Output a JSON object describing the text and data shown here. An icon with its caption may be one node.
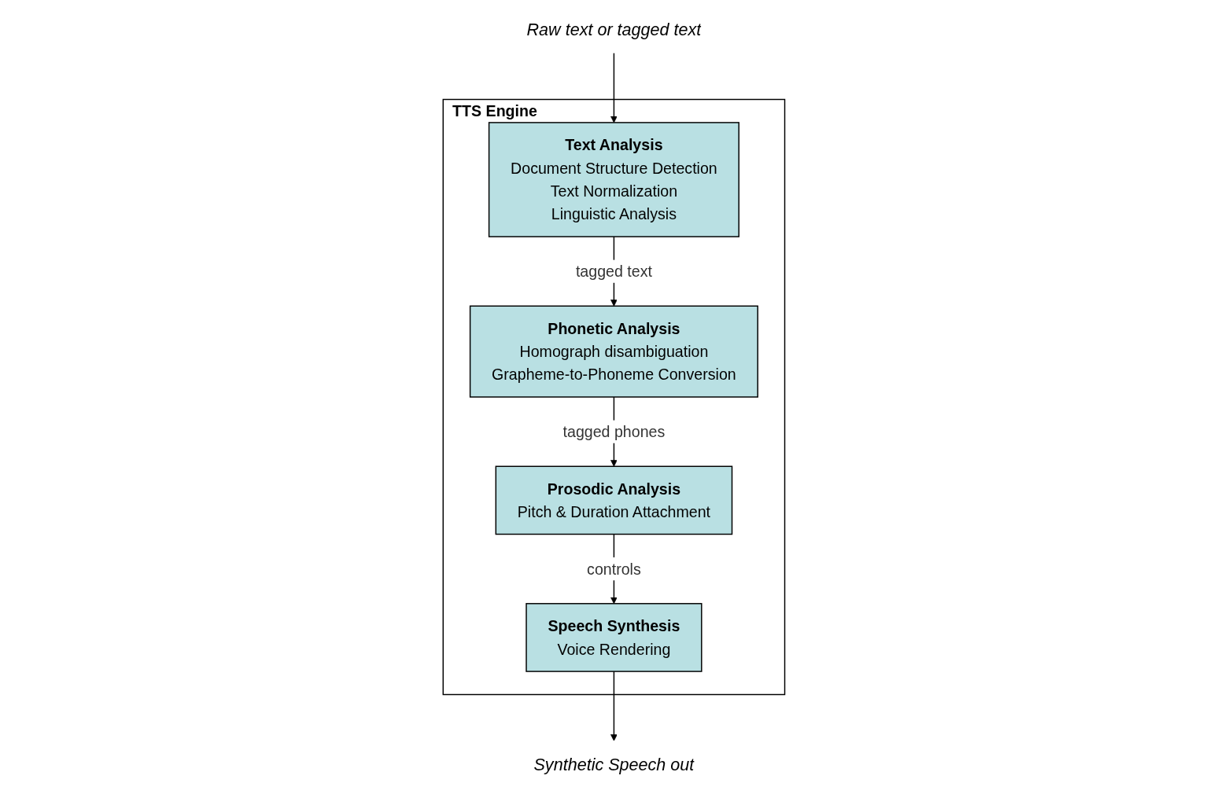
{
  "diagram": {
    "nodes": [
      {
        "text": [
          "TTS Engine"
        ]
      },
      {
        "text": [
          "Text Analysis",
          "Document Structure Detection",
          "Text Normalization",
          "Linguistic Analysis"
        ],
        "in": 0
      },
      {
        "text": [
          "Phonetic Analysis",
          "Homograph disambiguation",
          "Grapheme-to-Phoneme Conversion"
        ],
        "in": 0
      },
      {
        "text": [
          "Prosodic Analysis",
          "Pitch & Duration Attachment"
        ],
        "in": 0
      },
      {
        "text": [
          "Speech Synthesis",
          "Voice Rendering"
        ],
        "in": 0
      },
      {
        "text": [
          "Raw text or tagged text"
        ]
      },
      {
        "text": [
          "Synthetic Speech out"
        ]
      }
    ],
    "edges": [
      {
        "from": 5,
        "to": 1,
        "arrow": "to"
      },
      {
        "from": 1,
        "to": 2,
        "arrow": "to",
        "label": "tagged text"
      },
      {
        "from": 2,
        "to": 3,
        "arrow": "to",
        "label": "tagged phones"
      },
      {
        "from": 3,
        "to": 4,
        "arrow": "to",
        "label": "controls"
      },
      {
        "from": 4,
        "to": 6,
        "arrow": "to"
      }
    ]
  }
}
